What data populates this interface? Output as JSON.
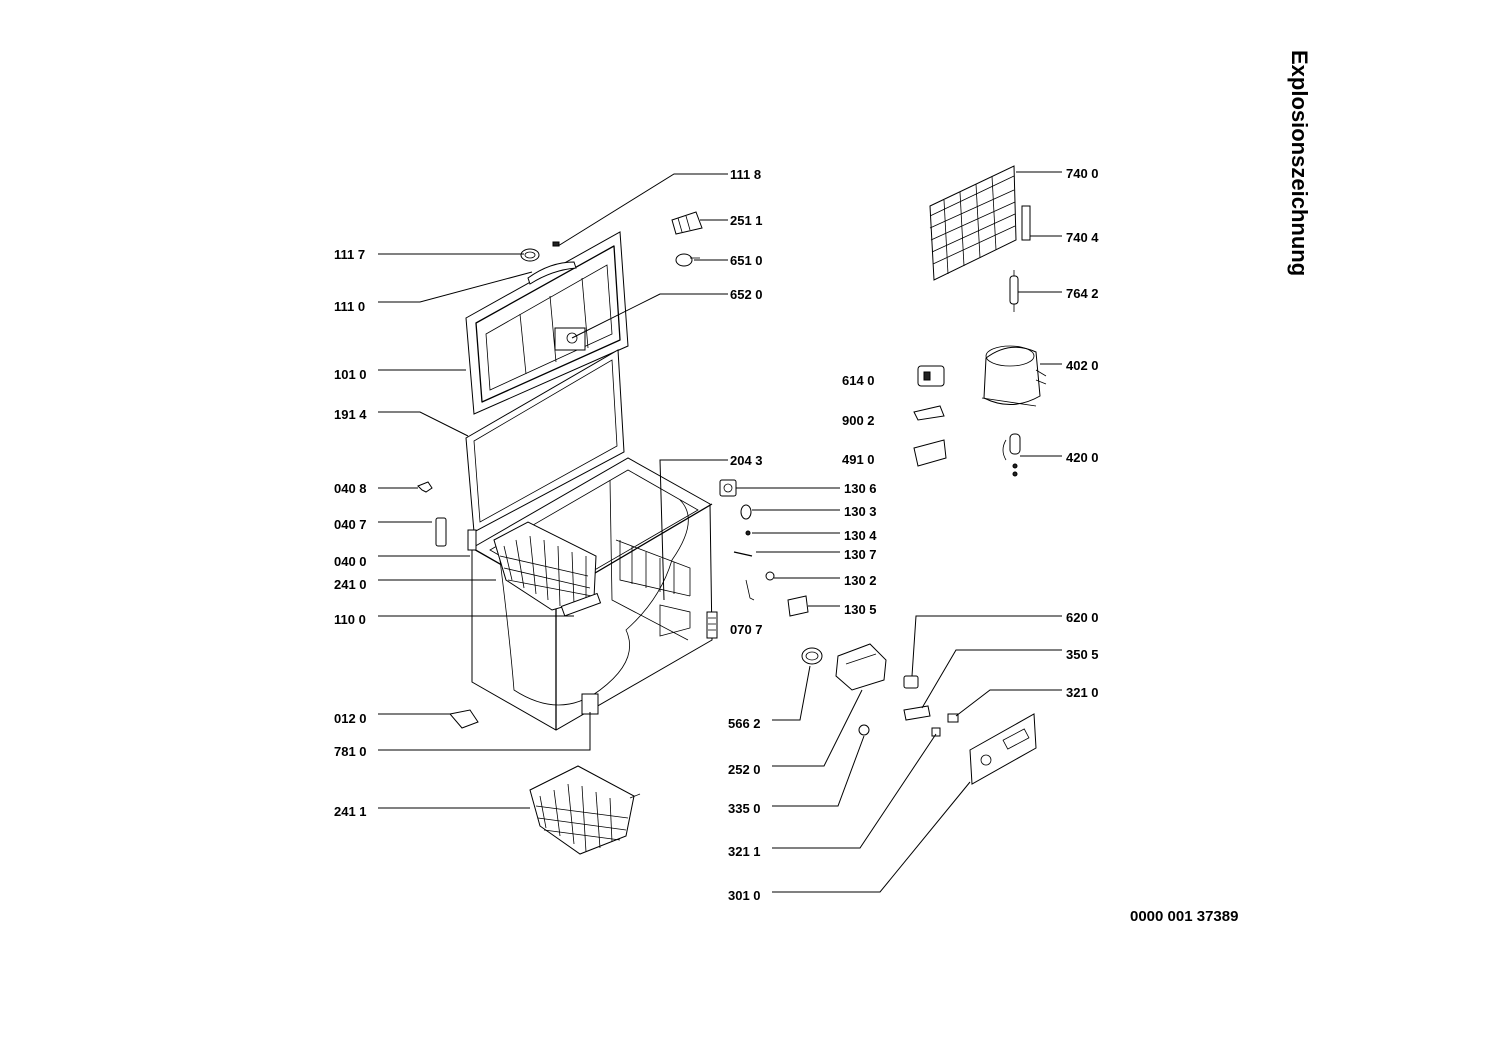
{
  "title": "Explosionszeichnung",
  "document_number": "0000 001 37389",
  "labels": {
    "p1118": "111 8",
    "p2511": "251 1",
    "p1117": "111 7",
    "p6510": "651 0",
    "p1110": "111 0",
    "p6520": "652 0",
    "p1010": "101 0",
    "p1914": "191 4",
    "p0408": "040 8",
    "p0407": "040 7",
    "p0400": "040 0",
    "p2410": "241 0",
    "p1100": "110 0",
    "p0120": "012 0",
    "p7810": "781 0",
    "p2411": "241 1",
    "p2043": "204 3",
    "p1306": "130 6",
    "p1303": "130 3",
    "p1304": "130 4",
    "p1307": "130 7",
    "p1302": "130 2",
    "p1305": "130 5",
    "p0707": "070 7",
    "p5662": "566 2",
    "p2520": "252 0",
    "p3350": "335 0",
    "p3211": "321 1",
    "p3010": "301 0",
    "p6200": "620 0",
    "p3505": "350 5",
    "p3210": "321 0",
    "p7400": "740 0",
    "p7404": "740 4",
    "p7642": "764 2",
    "p4020": "402 0",
    "p6140": "614 0",
    "p9002": "900 2",
    "p4910": "491 0",
    "p4200": "420 0"
  }
}
